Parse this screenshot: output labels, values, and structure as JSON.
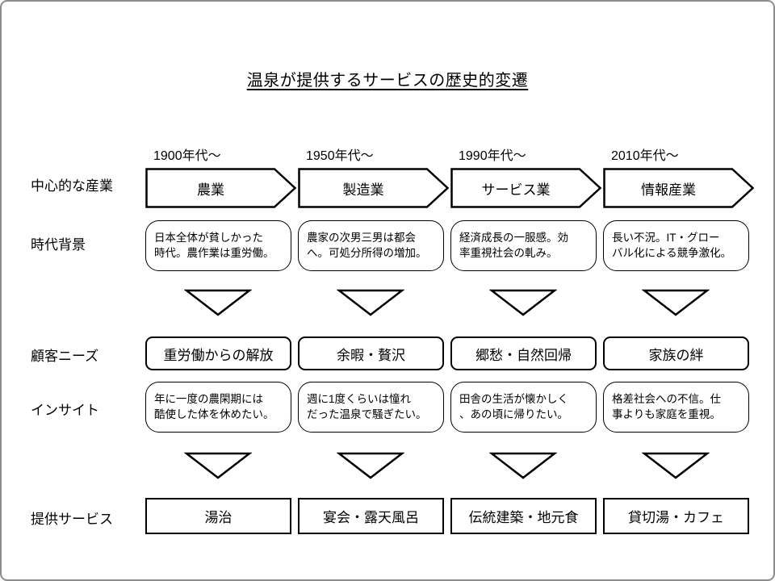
{
  "title": "温泉が提供するサービスの歴史的変遷",
  "row_labels": {
    "industry": "中心的な産業",
    "background": "時代背景",
    "needs": "顧客ニーズ",
    "insight": "インサイト",
    "service": "提供サービス"
  },
  "columns": [
    {
      "era": "1900年代〜",
      "industry": "農業",
      "background": "日本全体が貧しかった\n時代。農作業は重労働。",
      "need": "重労働からの解放",
      "insight": "年に一度の農閑期には\n酷使した体を休めたい。",
      "service": "湯治"
    },
    {
      "era": "1950年代〜",
      "industry": "製造業",
      "background": "農家の次男三男は都会\nへ。可処分所得の増加。",
      "need": "余暇・贅沢",
      "insight": "週に1度くらいは憧れ\nだった温泉で騒ぎたい。",
      "service": "宴会・露天風呂"
    },
    {
      "era": "1990年代〜",
      "industry": "サービス業",
      "background": "経済成長の一服感。効\n率重視社会の軋み。",
      "need": "郷愁・自然回帰",
      "insight": "田舎の生活が懐かしく\n、あの頃に帰りたい。",
      "service": "伝統建築・地元食"
    },
    {
      "era": "2010年代〜",
      "industry": "情報産業",
      "background": "長い不況。IT・グロー\nバル化による競争激化。",
      "need": "家族の絆",
      "insight": "格差社会への不信。仕\n事よりも家庭を重視。",
      "service": "貸切湯・カフェ"
    }
  ],
  "colors": {
    "shape_border": "#000000",
    "slide_border": "#8c8c8c",
    "background": "#ffffff",
    "text": "#000000"
  }
}
